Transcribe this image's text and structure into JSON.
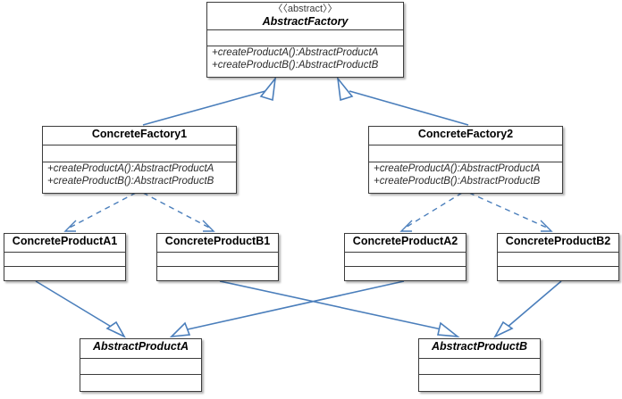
{
  "diagram": {
    "title": "Abstract Factory UML class diagram",
    "type": "uml-class-diagram",
    "line_color": "#4a7ebb",
    "box_border_color": "#3c3c3c",
    "background": "#ffffff"
  },
  "classes": {
    "abstract_factory": {
      "stereotype": "〈〈abstract〉〉",
      "name": "AbstractFactory",
      "operations": [
        "+createProductA():AbstractProductA",
        "+createProductB():AbstractProductB"
      ]
    },
    "concrete_factory_1": {
      "name": "ConcreteFactory1",
      "operations": [
        "+createProductA():AbstractProductA",
        "+createProductB():AbstractProductB"
      ]
    },
    "concrete_factory_2": {
      "name": "ConcreteFactory2",
      "operations": [
        "+createProductA():AbstractProductA",
        "+createProductB():AbstractProductB"
      ]
    },
    "concrete_product_a1": {
      "name": "ConcreteProductA1"
    },
    "concrete_product_b1": {
      "name": "ConcreteProductB1"
    },
    "concrete_product_a2": {
      "name": "ConcreteProductA2"
    },
    "concrete_product_b2": {
      "name": "ConcreteProductB2"
    },
    "abstract_product_a": {
      "name": "AbstractProductA"
    },
    "abstract_product_b": {
      "name": "AbstractProductB"
    }
  },
  "relationships": [
    {
      "kind": "generalization",
      "from": "ConcreteFactory1",
      "to": "AbstractFactory"
    },
    {
      "kind": "generalization",
      "from": "ConcreteFactory2",
      "to": "AbstractFactory"
    },
    {
      "kind": "dependency",
      "from": "ConcreteFactory1",
      "to": "ConcreteProductA1"
    },
    {
      "kind": "dependency",
      "from": "ConcreteFactory1",
      "to": "ConcreteProductB1"
    },
    {
      "kind": "dependency",
      "from": "ConcreteFactory2",
      "to": "ConcreteProductA2"
    },
    {
      "kind": "dependency",
      "from": "ConcreteFactory2",
      "to": "ConcreteProductB2"
    },
    {
      "kind": "generalization",
      "from": "ConcreteProductA1",
      "to": "AbstractProductA"
    },
    {
      "kind": "generalization",
      "from": "ConcreteProductA2",
      "to": "AbstractProductA"
    },
    {
      "kind": "generalization",
      "from": "ConcreteProductB1",
      "to": "AbstractProductB"
    },
    {
      "kind": "generalization",
      "from": "ConcreteProductB2",
      "to": "AbstractProductB"
    }
  ]
}
